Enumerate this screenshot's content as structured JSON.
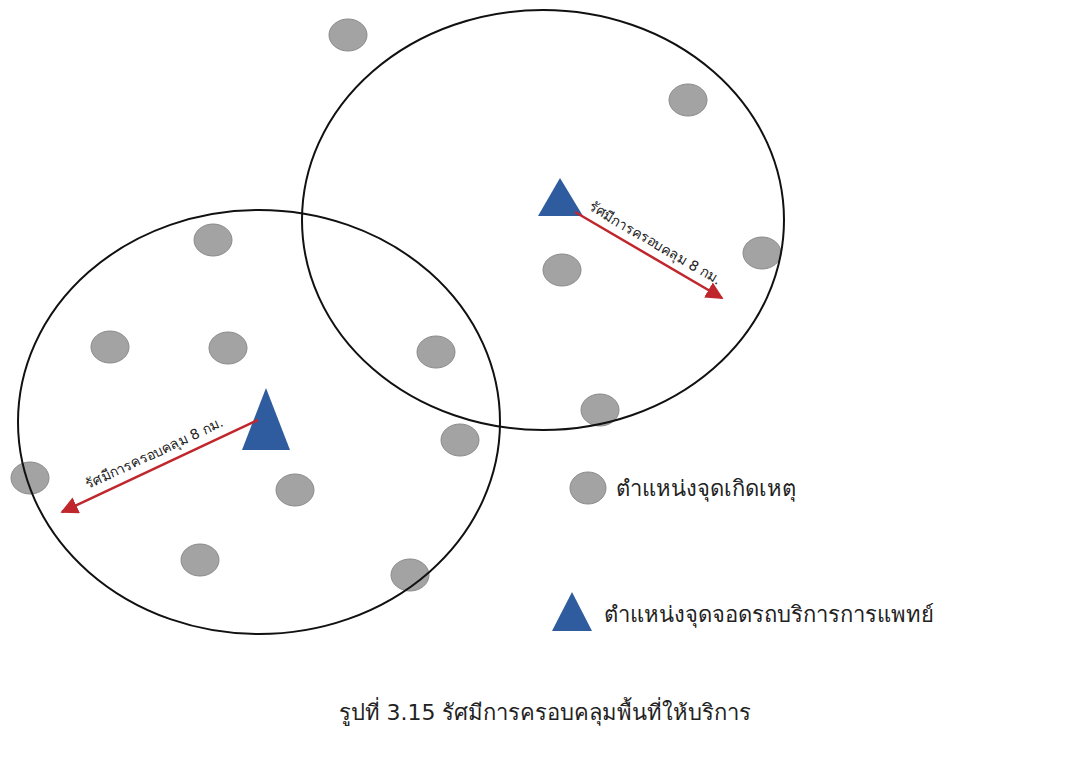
{
  "diagram": {
    "caption": "รูปที่ 3.15 รัศมีการครอบคลุมพื้นที่ให้บริการ",
    "labels": [
      "รัศมีการครอบคลุม 8 กม.",
      "รัศมีการครอบคลุม 8 กม."
    ],
    "legend": [
      {
        "text": "ตำแหน่งจุดเกิดเหตุ"
      },
      {
        "text": "ตำแหน่งจุดจอดรถบริการการแพทย์"
      }
    ]
  }
}
